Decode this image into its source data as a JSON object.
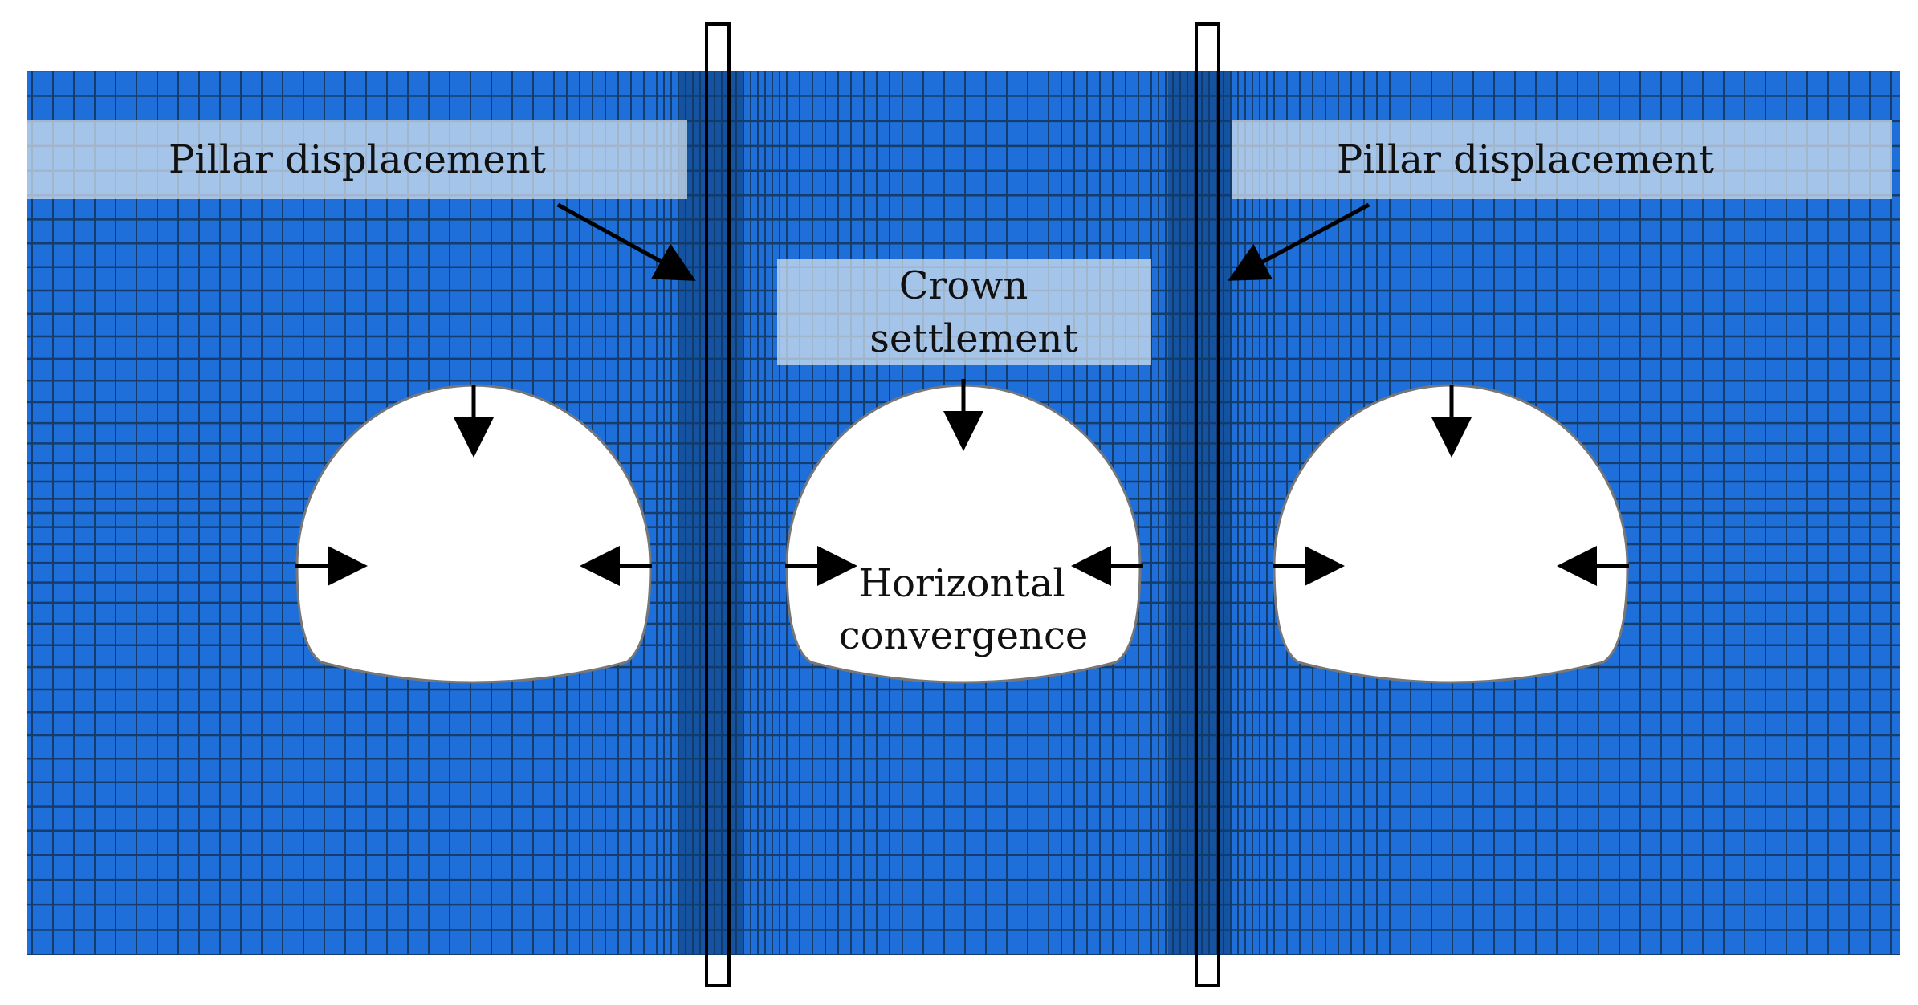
{
  "labels": {
    "pillar_left": "Pillar displacement",
    "pillar_right": "Pillar displacement",
    "crown_line1": "Crown",
    "crown_line2": "settlement",
    "horizontal_line1": "Horizontal",
    "horizontal_line2": "convergence"
  },
  "colors": {
    "mesh_fill": "#1e6fd9",
    "mesh_line": "#153d6b",
    "pillar_band": "#0e3a70",
    "label_box": "#d8e4f0",
    "arrow": "#000000",
    "outline": "#000000"
  }
}
